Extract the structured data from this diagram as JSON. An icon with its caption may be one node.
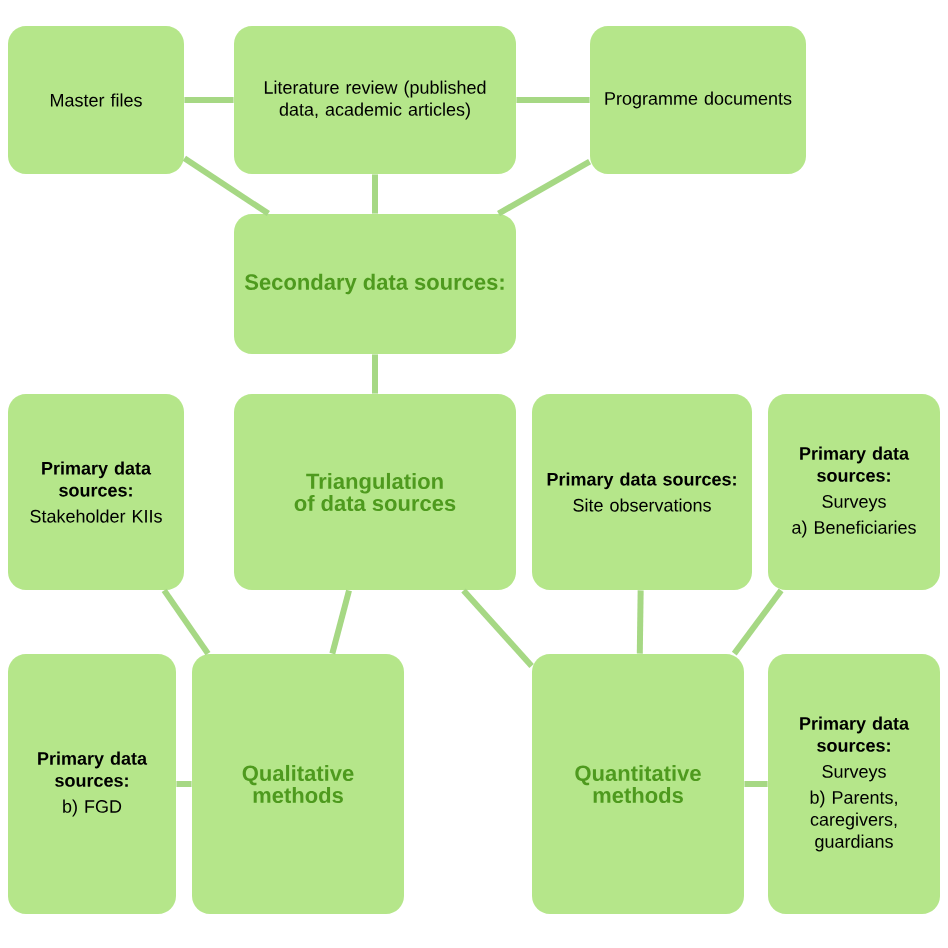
{
  "diagram": {
    "nodes": [
      {
        "text": [
          "Master files"
        ]
      },
      {
        "text": [
          "Literature review (published data, academic articles)"
        ]
      },
      {
        "text": [
          "Programme documents"
        ]
      },
      {
        "text": [
          "Secondary data sources:"
        ]
      },
      {
        "text": [
          "Primary data sources:",
          "Stakeholder KIIs"
        ]
      },
      {
        "text": [
          "Triangulation of data sources"
        ]
      },
      {
        "text": [
          "Primary data sources:",
          "Site observations"
        ]
      },
      {
        "text": [
          "Primary data sources:",
          "Surveys",
          "a) Beneficiaries"
        ]
      },
      {
        "text": [
          "Primary data sources:",
          "b) FGD"
        ]
      },
      {
        "text": [
          "Qualitative methods"
        ]
      },
      {
        "text": [
          "Quantitative methods"
        ]
      },
      {
        "text": [
          "Primary data sources:",
          "Surveys",
          "b) Parents, caregivers, guardians"
        ]
      }
    ],
    "edges": [
      {
        "from": 0,
        "to": 1,
        "arrow": "none"
      },
      {
        "from": 1,
        "to": 2,
        "arrow": "none"
      },
      {
        "from": 0,
        "to": 3,
        "arrow": "none"
      },
      {
        "from": 1,
        "to": 3,
        "arrow": "none"
      },
      {
        "from": 2,
        "to": 3,
        "arrow": "none"
      },
      {
        "from": 3,
        "to": 5,
        "arrow": "none"
      },
      {
        "from": 4,
        "to": 9,
        "arrow": "none"
      },
      {
        "from": 5,
        "to": 9,
        "arrow": "none"
      },
      {
        "from": 8,
        "to": 9,
        "arrow": "none"
      },
      {
        "from": 5,
        "to": 10,
        "arrow": "none"
      },
      {
        "from": 6,
        "to": 10,
        "arrow": "none"
      },
      {
        "from": 7,
        "to": 10,
        "arrow": "none"
      },
      {
        "from": 10,
        "to": 11,
        "arrow": "none"
      }
    ]
  }
}
